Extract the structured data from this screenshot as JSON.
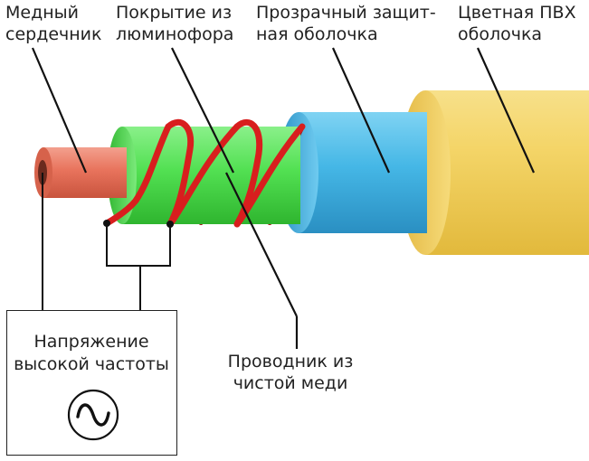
{
  "labels": {
    "copper_core": [
      "Медный",
      "сердечник"
    ],
    "phosphor_coating": [
      "Покрытие из",
      "люминофора"
    ],
    "clear_sheath": [
      "Прозрачный защит-",
      "ная оболочка"
    ],
    "pvc_sheath": [
      "Цветная ПВХ",
      "оболочка"
    ],
    "copper_conductor": [
      "Проводник из",
      "чистой меди"
    ]
  },
  "voltage_box": {
    "label": [
      "Напряжение",
      "высокой частоты"
    ],
    "icon": "ac-sine-wave-icon"
  },
  "colors": {
    "copper": "#E8705A",
    "phosphor": "#4FE04F",
    "clear": "#3FB4E6",
    "pvc": "#F2CF5B",
    "wire": "#D81E1E"
  }
}
